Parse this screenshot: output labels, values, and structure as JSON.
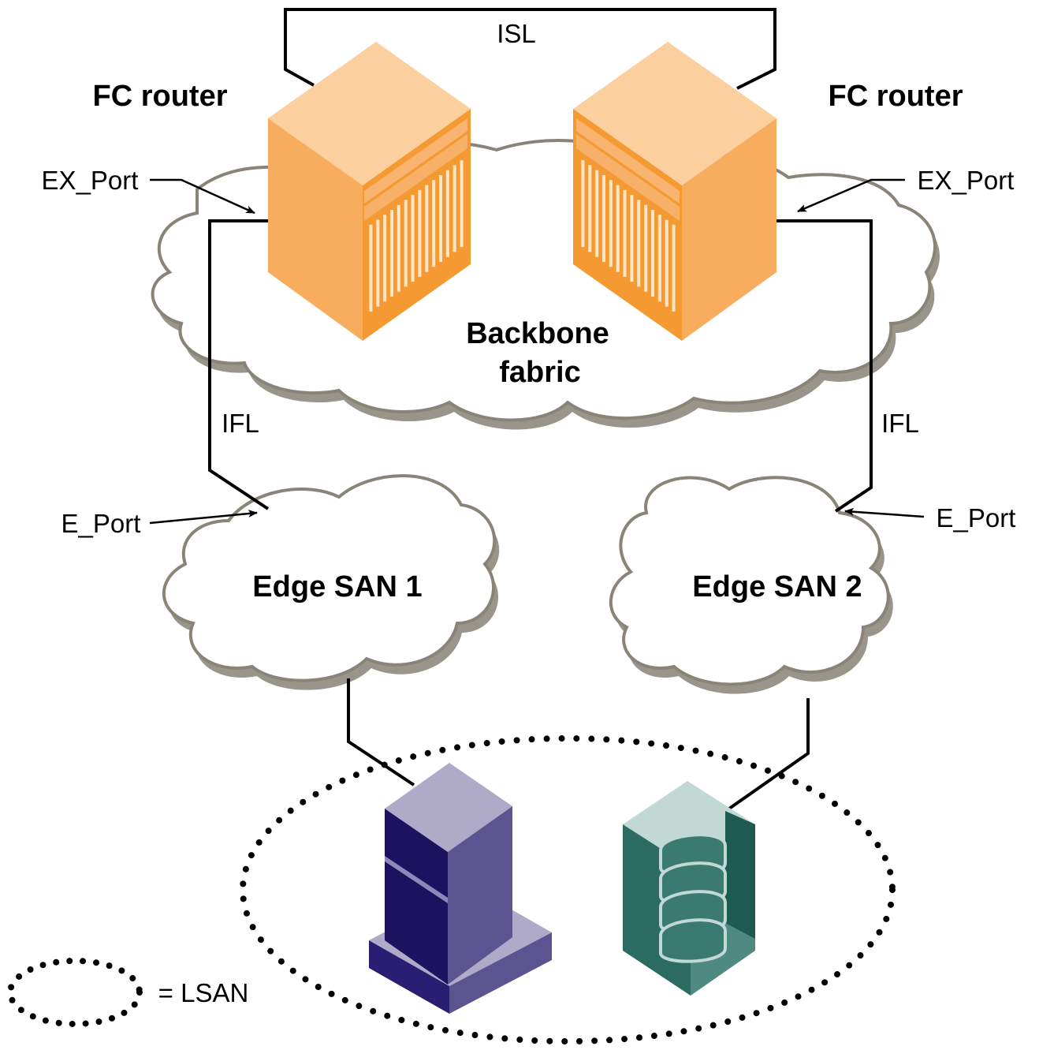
{
  "links": {
    "isl": "ISL",
    "ifl_left": "IFL",
    "ifl_right": "IFL"
  },
  "routers": {
    "left_label": "FC router",
    "right_label": "FC router"
  },
  "ports": {
    "ex_port_left": "EX_Port",
    "ex_port_right": "EX_Port",
    "e_port_left": "E_Port",
    "e_port_right": "E_Port"
  },
  "fabrics": {
    "backbone_line1": "Backbone",
    "backbone_line2": "fabric",
    "edge1": "Edge SAN 1",
    "edge2": "Edge SAN 2"
  },
  "legend": {
    "lsan_label": "= LSAN"
  },
  "colors": {
    "router_top": "#fbcf9e",
    "router_front": "#f8ac5e",
    "router_side": "#f59a32",
    "server_top": "#aeaac8",
    "server_front": "#1c1260",
    "server_side": "#5c5490",
    "storage_top": "#c2d8d4",
    "storage_front": "#2c6b62",
    "storage_side": "#4e8a82",
    "cloud_outline": "#8a8478"
  },
  "icons": {
    "routers": "fc-router-icon",
    "host": "server-icon",
    "storage": "storage-array-icon"
  }
}
